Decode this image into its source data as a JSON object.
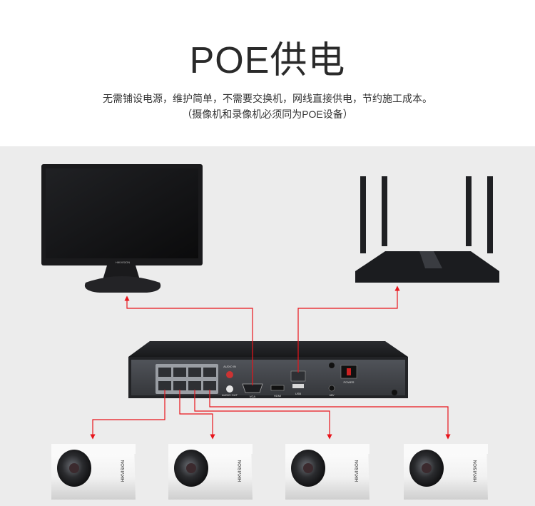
{
  "header": {
    "title": "POE供电",
    "subtitle_line1": "无需铺设电源，维护简单，不需要交换机，网线直接供电，节约施工成本。",
    "subtitle_line2": "（摄像机和录像机必须同为POE设备）"
  },
  "devices": {
    "monitor_brand": "HIKVISION",
    "camera_brand": "HIKVISION",
    "nvr_labels": {
      "audio_in": "AUDIO IN",
      "audio_out": "AUDIO OUT",
      "vga": "VGA",
      "hdmi": "HDMI",
      "usb": "USB",
      "power": "POWER",
      "dc": "48V"
    }
  },
  "colors": {
    "connector": "#e8141b",
    "device_dark": "#1c1c1e",
    "background_band": "#ececec"
  }
}
